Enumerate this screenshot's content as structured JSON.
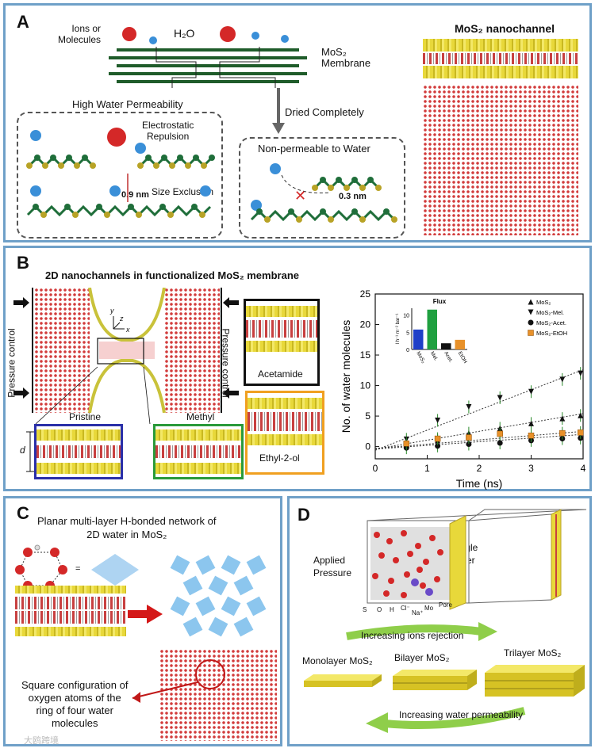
{
  "panel_a": {
    "label": "A",
    "ions_label_1": "Ions or",
    "ions_label_2": "Molecules",
    "h2o_label": "H₂O",
    "membrane_label_1": "MoS₂",
    "membrane_label_2": "Membrane",
    "high_permeability": "High Water Permeability",
    "electrostatic_1": "Electrostatic",
    "electrostatic_2": "Repulsion",
    "size_exclusion": "Size Exclusion",
    "gap_09": "0.9 nm",
    "dried": "Dried Completely",
    "non_permeable": "Non-permeable to Water",
    "gap_03": "0.3 nm",
    "nanochannel_title": "MoS₂ nanochannel"
  },
  "panel_b": {
    "label": "B",
    "title": "2D nanochannels in functionalized MoS₂ membrane",
    "pressure_left": "Pressure control",
    "pressure_right": "Pressure control",
    "pristine": "Pristine",
    "methyl": "Methyl",
    "acetamide": "Acetamide",
    "ethyl": "Ethyl-2-ol",
    "d_label": "d",
    "axis_x": "x",
    "axis_y": "y",
    "axis_z": "z"
  },
  "panel_c": {
    "label": "C",
    "title_1": "Planar multi-layer H-bonded network of",
    "title_2": "2D water in MoS₂",
    "equals": "=",
    "square_1": "Square configuration of",
    "square_2": "oxygen atoms of the",
    "square_3": "ring of four water",
    "square_4": "molecules"
  },
  "panel_d": {
    "label": "D",
    "applied_1": "Applied",
    "applied_2": "Pressure",
    "single_1": "Single",
    "single_2": "layer",
    "atom_labels": [
      "S",
      "O",
      "H",
      "Cl⁻",
      "Na⁺",
      "Mo",
      "Pore"
    ],
    "ions_rejection": "Increasing ions rejection",
    "monolayer": "Monolayer MoS₂",
    "bilayer": "Bilayer MoS₂",
    "trilayer": "Trilayer MoS₂",
    "water_permeability": "Increasing water permeability"
  },
  "watermark": "大鸥跨境",
  "chart_data": {
    "type": "scatter",
    "xlabel": "Time (ns)",
    "ylabel": "No. of water molecules",
    "xlim": [
      0,
      4
    ],
    "ylim": [
      -2,
      25
    ],
    "xticks": [
      0,
      1,
      2,
      3,
      4
    ],
    "yticks": [
      0,
      5,
      10,
      15,
      20,
      25
    ],
    "legend_position": "top-right",
    "series": [
      {
        "name": "MoS₂",
        "marker": "triangle-up",
        "color": "#111111",
        "x": [
          0.6,
          1.2,
          1.8,
          2.4,
          3.0,
          3.6,
          3.95
        ],
        "y": [
          0.3,
          1.0,
          2.2,
          3.0,
          3.8,
          4.6,
          5.1
        ],
        "fit": [
          -0.4,
          5.4
        ]
      },
      {
        "name": "MoS₂-Mel.",
        "marker": "triangle-down",
        "color": "#111111",
        "x": [
          0.6,
          1.2,
          1.8,
          2.4,
          3.0,
          3.6,
          3.95
        ],
        "y": [
          1.2,
          4.3,
          6.5,
          8.0,
          9.0,
          11.0,
          12.0
        ],
        "fit": [
          -0.6,
          12.6
        ]
      },
      {
        "name": "MoS₂-Acet.",
        "marker": "circle",
        "color": "#111111",
        "x": [
          0.6,
          1.2,
          1.8,
          2.4,
          3.0,
          3.6,
          3.95
        ],
        "y": [
          -0.2,
          0.1,
          0.4,
          0.6,
          1.0,
          1.3,
          1.4
        ],
        "fit": [
          -0.4,
          2.0
        ]
      },
      {
        "name": "MoS₂-EtOH",
        "marker": "square",
        "color": "#e8912a",
        "x": [
          0.6,
          1.2,
          1.8,
          2.4,
          3.0,
          3.6,
          3.95
        ],
        "y": [
          0.5,
          1.3,
          1.5,
          2.1,
          1.8,
          2.2,
          2.3
        ],
        "fit": [
          -0.3,
          2.5
        ]
      }
    ],
    "inset": {
      "type": "bar",
      "title": "Flux",
      "ylabel": "l h⁻¹ m⁻² bar⁻¹",
      "ylim": [
        0,
        12
      ],
      "yticks": [
        0,
        5,
        10
      ],
      "categories": [
        "MoS₂",
        "Mel.",
        "Acet.",
        "EtOH"
      ],
      "values": [
        5.8,
        11.6,
        1.8,
        2.8
      ],
      "colors": [
        "#2040c8",
        "#20a040",
        "#111111",
        "#e8912a"
      ]
    }
  }
}
